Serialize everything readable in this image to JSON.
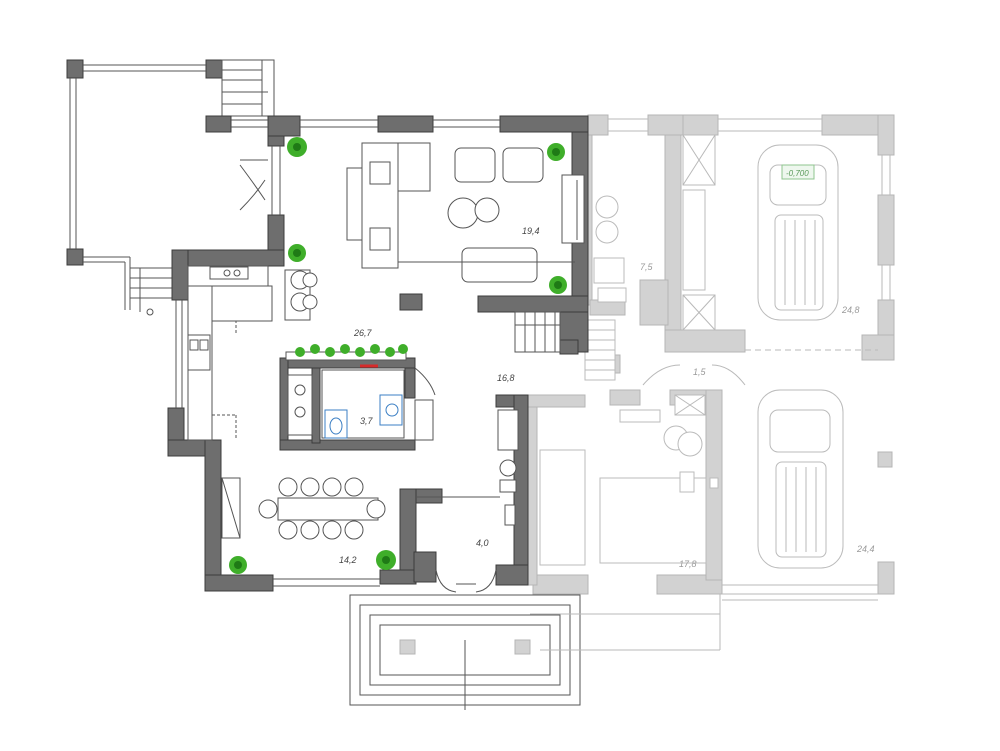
{
  "rooms": [
    {
      "id": "living",
      "area": "19,4"
    },
    {
      "id": "kitchen-hall",
      "area": "26,7"
    },
    {
      "id": "bathroom",
      "area": "3,7"
    },
    {
      "id": "corridor",
      "area": "16,8"
    },
    {
      "id": "dining",
      "area": "14,2"
    },
    {
      "id": "vestibule",
      "area": "4,0"
    },
    {
      "id": "boiler",
      "area": "7,5"
    },
    {
      "id": "garage-top",
      "area": "24,8"
    },
    {
      "id": "storage",
      "area": "1,5"
    },
    {
      "id": "workshop",
      "area": "17,8"
    },
    {
      "id": "garage-bottom",
      "area": "24,4"
    }
  ],
  "level_mark": "-0,700",
  "colors": {
    "wall": "#6e6e6e",
    "wall_light": "#d2d2d2",
    "plant": "#3fae2a",
    "blue_fixture": "#3b7fc4",
    "accent_red": "#d62b2b"
  }
}
